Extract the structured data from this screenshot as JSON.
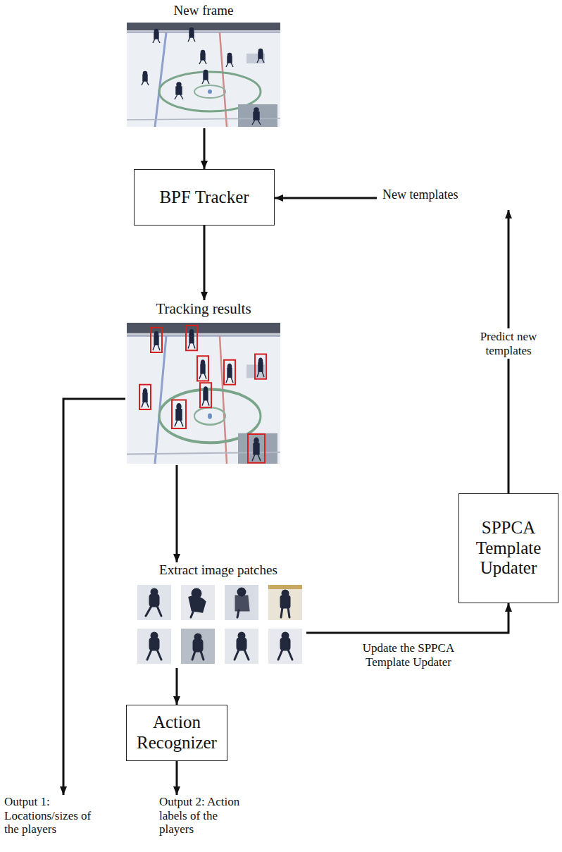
{
  "diagram": {
    "nodes": [
      {
        "text": [
          "New frame"
        ]
      },
      {
        "text": [
          "BPF Tracker"
        ]
      },
      {
        "text": [
          "New templates"
        ]
      },
      {
        "text": [
          "Tracking results"
        ]
      },
      {
        "text": [
          "SPPCA Template Updater"
        ]
      },
      {
        "text": [
          "Extract image patches"
        ]
      },
      {
        "text": [
          "Action Recognizer"
        ]
      },
      {
        "text": [
          "Output 1: Locations/sizes of the players"
        ]
      },
      {
        "text": [
          "Output 2: Action labels of the players"
        ]
      }
    ],
    "edges": [
      {
        "from": 0,
        "to": 1,
        "arrow": "to"
      },
      {
        "from": 2,
        "to": 1,
        "arrow": "to"
      },
      {
        "from": 4,
        "to": 2,
        "arrow": "to",
        "label": "Predict new templates"
      },
      {
        "from": 1,
        "to": 3,
        "arrow": "to"
      },
      {
        "from": 3,
        "to": 5,
        "arrow": "to"
      },
      {
        "from": 5,
        "to": 4,
        "arrow": "to",
        "label": "Update the SPPCA Template Updater"
      },
      {
        "from": 5,
        "to": 6,
        "arrow": "to"
      },
      {
        "from": 6,
        "to": 8,
        "arrow": "to"
      },
      {
        "from": 3,
        "to": 7,
        "arrow": "to"
      }
    ]
  }
}
